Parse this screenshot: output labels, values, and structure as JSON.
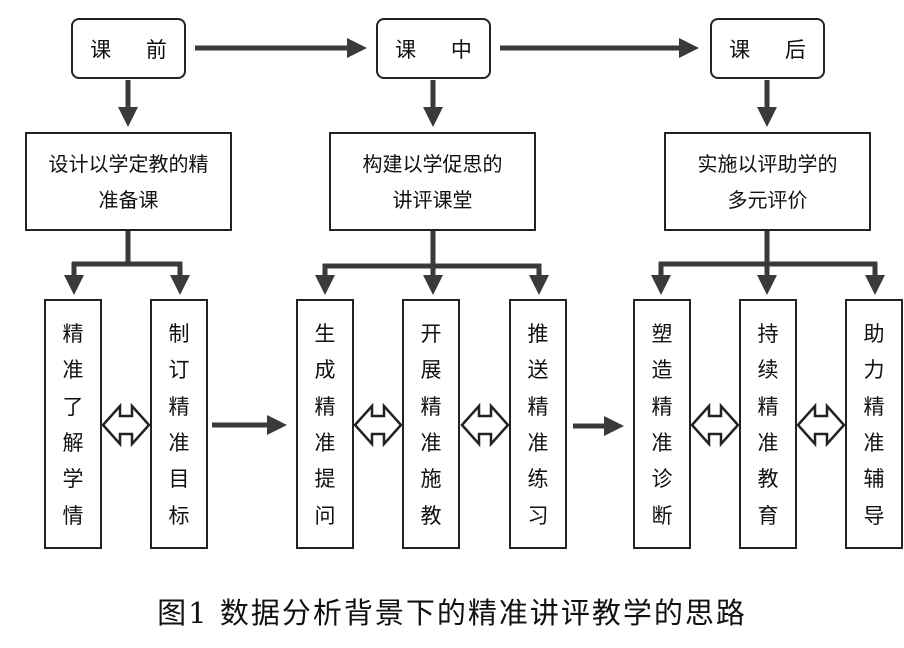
{
  "stages": [
    {
      "label": "课 前"
    },
    {
      "label": "课 中"
    },
    {
      "label": "课 后"
    }
  ],
  "goals": [
    {
      "line1": "设计以学定教的精",
      "line2": "准备课"
    },
    {
      "line1": "构建以学促思的",
      "line2": "讲评课堂"
    },
    {
      "line1": "实施以评助学的",
      "line2": "多元评价"
    }
  ],
  "steps": [
    {
      "chars": [
        "精",
        "准",
        "了",
        "解",
        "学",
        "情"
      ]
    },
    {
      "chars": [
        "制",
        "订",
        "精",
        "准",
        "目",
        "标"
      ]
    },
    {
      "chars": [
        "生",
        "成",
        "精",
        "准",
        "提",
        "问"
      ]
    },
    {
      "chars": [
        "开",
        "展",
        "精",
        "准",
        "施",
        "教"
      ]
    },
    {
      "chars": [
        "推",
        "送",
        "精",
        "准",
        "练",
        "习"
      ]
    },
    {
      "chars": [
        "塑",
        "造",
        "精",
        "准",
        "诊",
        "断"
      ]
    },
    {
      "chars": [
        "持",
        "续",
        "精",
        "准",
        "教",
        "育"
      ]
    },
    {
      "chars": [
        "助",
        "力",
        "精",
        "准",
        "辅",
        "导"
      ]
    }
  ],
  "caption": "图1  数据分析背景下的精准讲评教学的思路",
  "colors": {
    "line": "#3a3a3a",
    "border": "#222222"
  }
}
